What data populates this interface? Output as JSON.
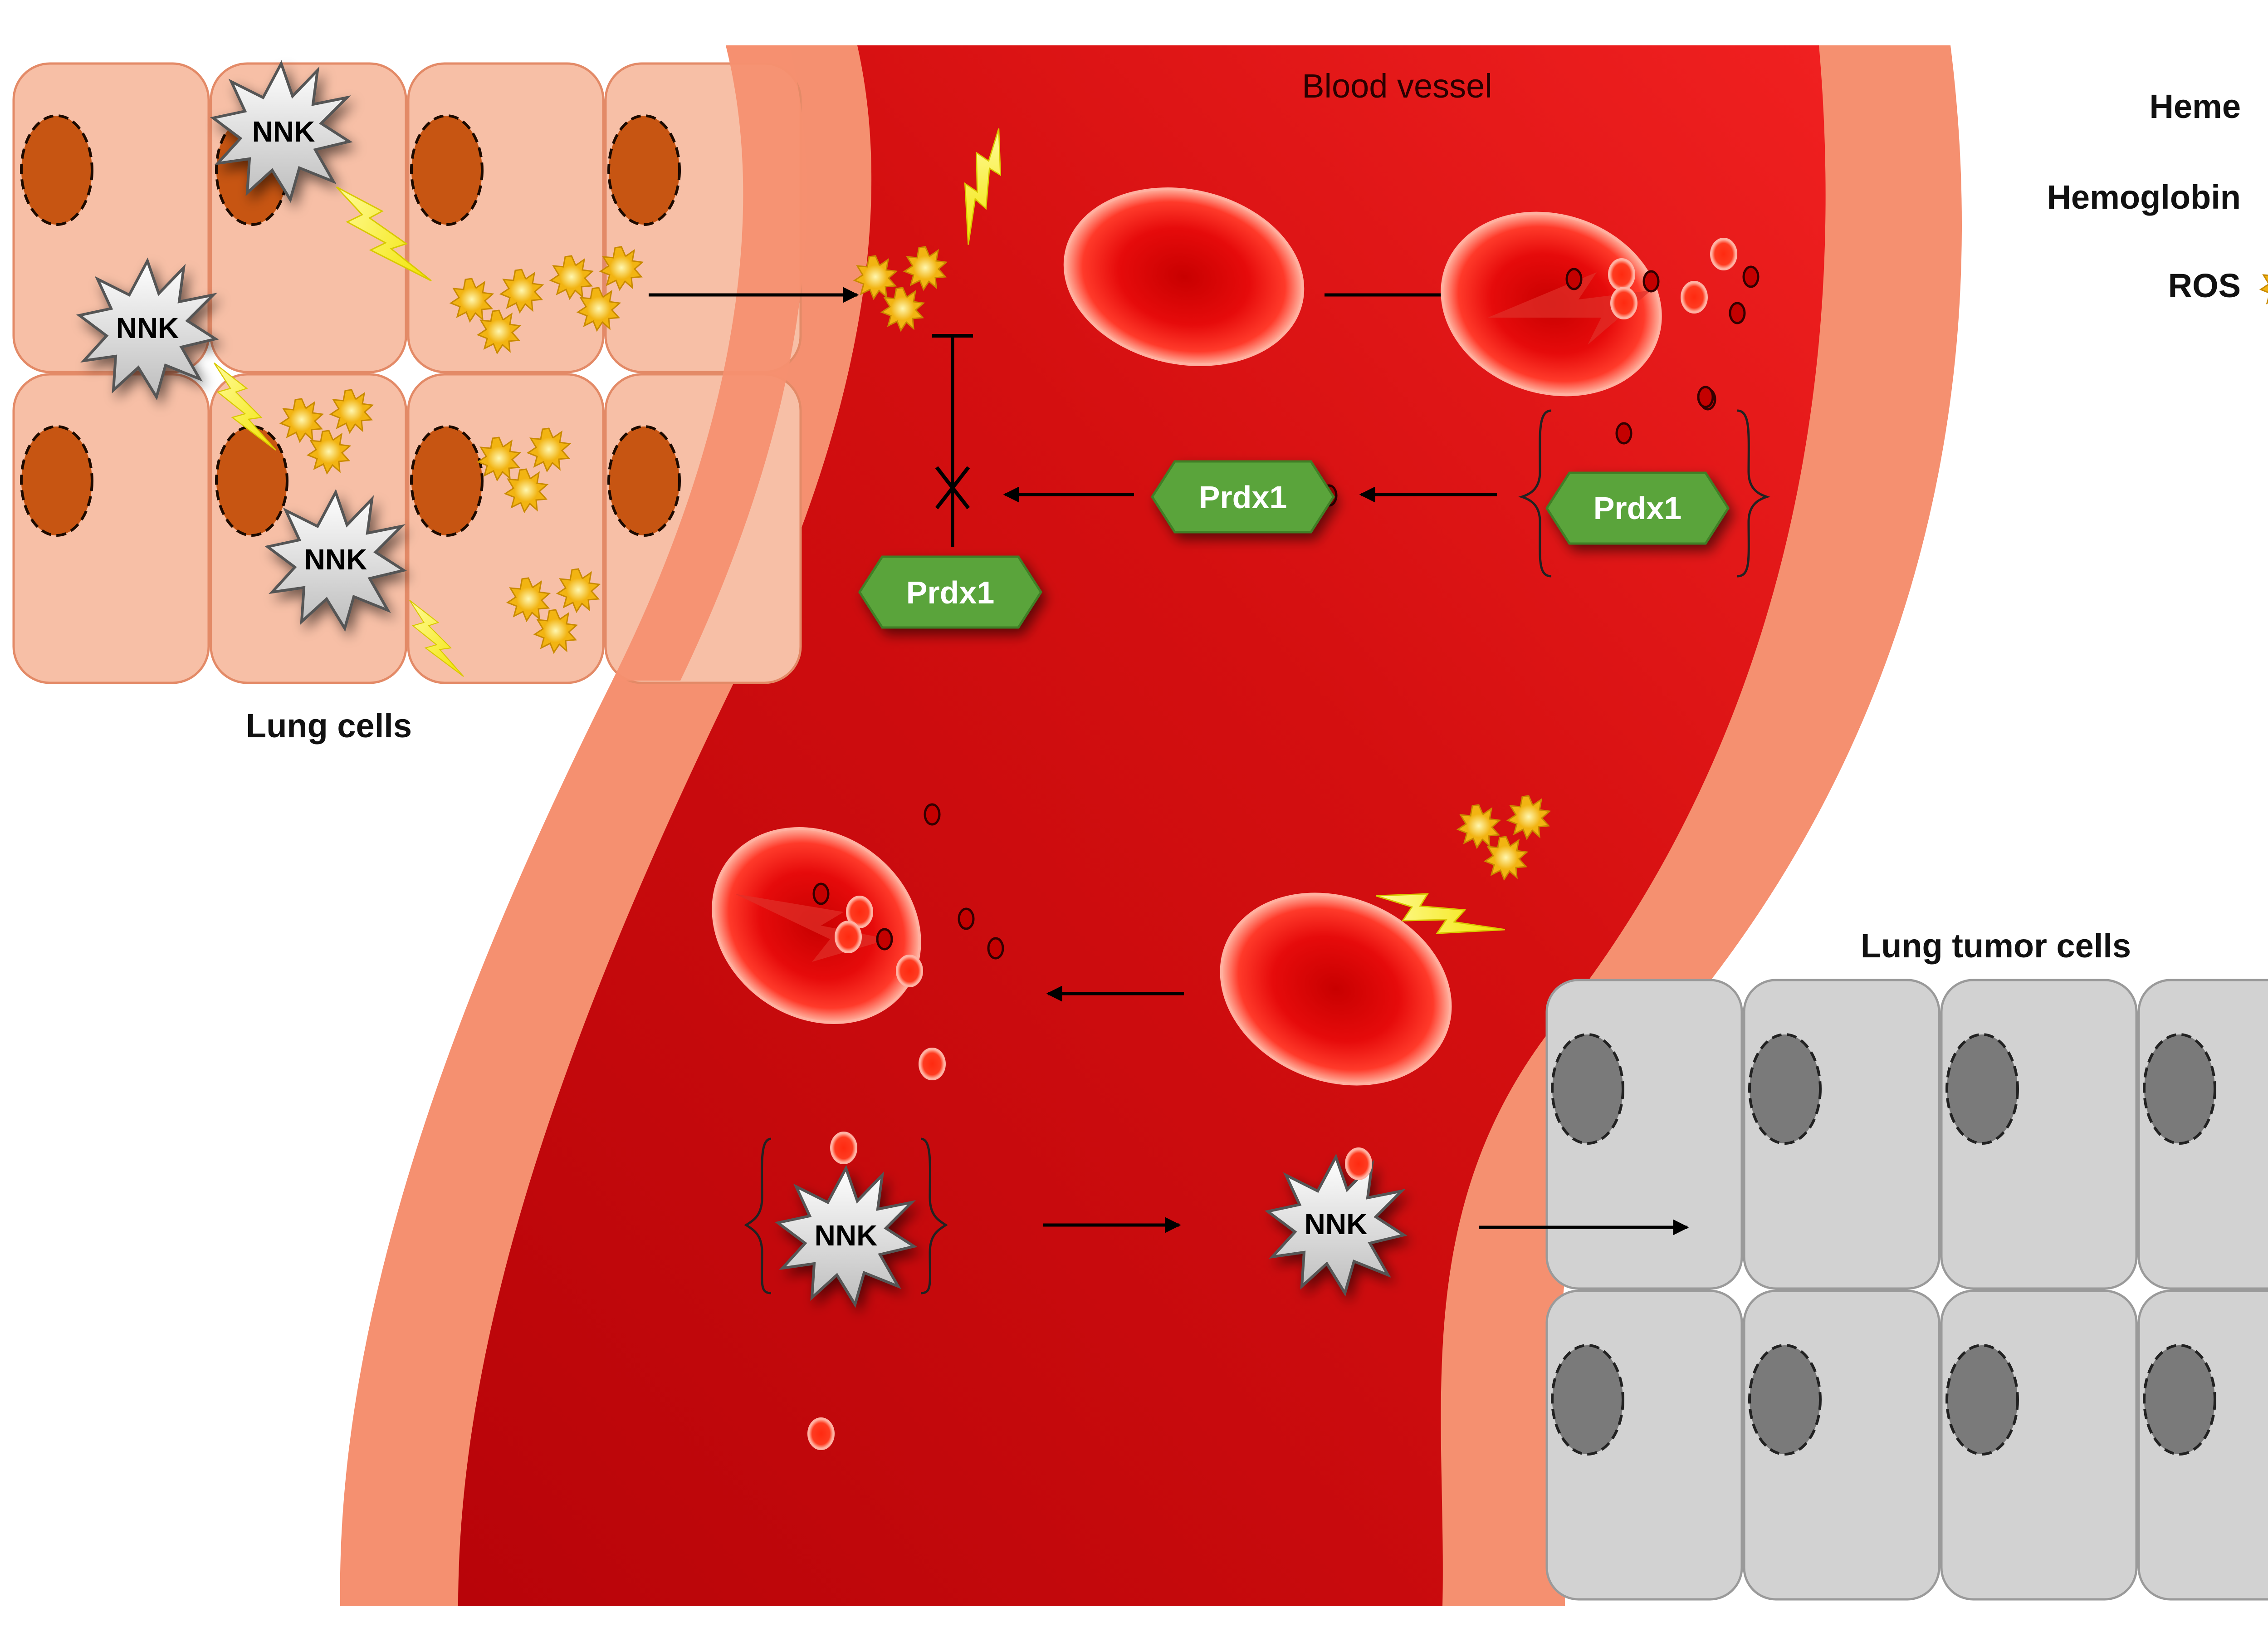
{
  "labels": {
    "blood_vessel": "Blood vessel",
    "lung_cells": "Lung cells",
    "lung_tumor_cells": "Lung tumor cells"
  },
  "legend": {
    "heme": "Heme",
    "hemoglobin": "Hemoglobin",
    "ros": "ROS"
  },
  "agents": {
    "nnk": "NNK",
    "prdx1": "Prdx1"
  },
  "colors": {
    "vessel_dark": "#c0060b",
    "vessel_light": "#ee2222",
    "vessel_wall": "#f59070",
    "lung_cell": "#f7bfa6",
    "lung_cell_border": "#e38a67",
    "lung_nucleus": "#c75512",
    "tumor_cell": "#d2d2d2",
    "tumor_nucleus": "#7a7a7a",
    "prdx1": "#5aa43a",
    "ros": "#f6c21a",
    "lightning": "#f4ee22",
    "rbc": "#e00a0a"
  }
}
